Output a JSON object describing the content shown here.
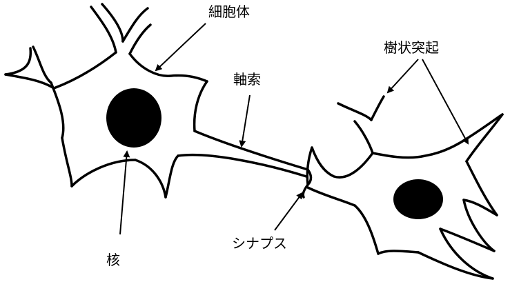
{
  "labels": {
    "cell_body": "細胞体",
    "axon": "軸索",
    "dendrite": "樹状突起",
    "nucleus": "核",
    "synapse": "シナプス"
  },
  "colors": {
    "line": "#000000",
    "background": "#ffffff",
    "nucleus_fill": "#000000"
  }
}
